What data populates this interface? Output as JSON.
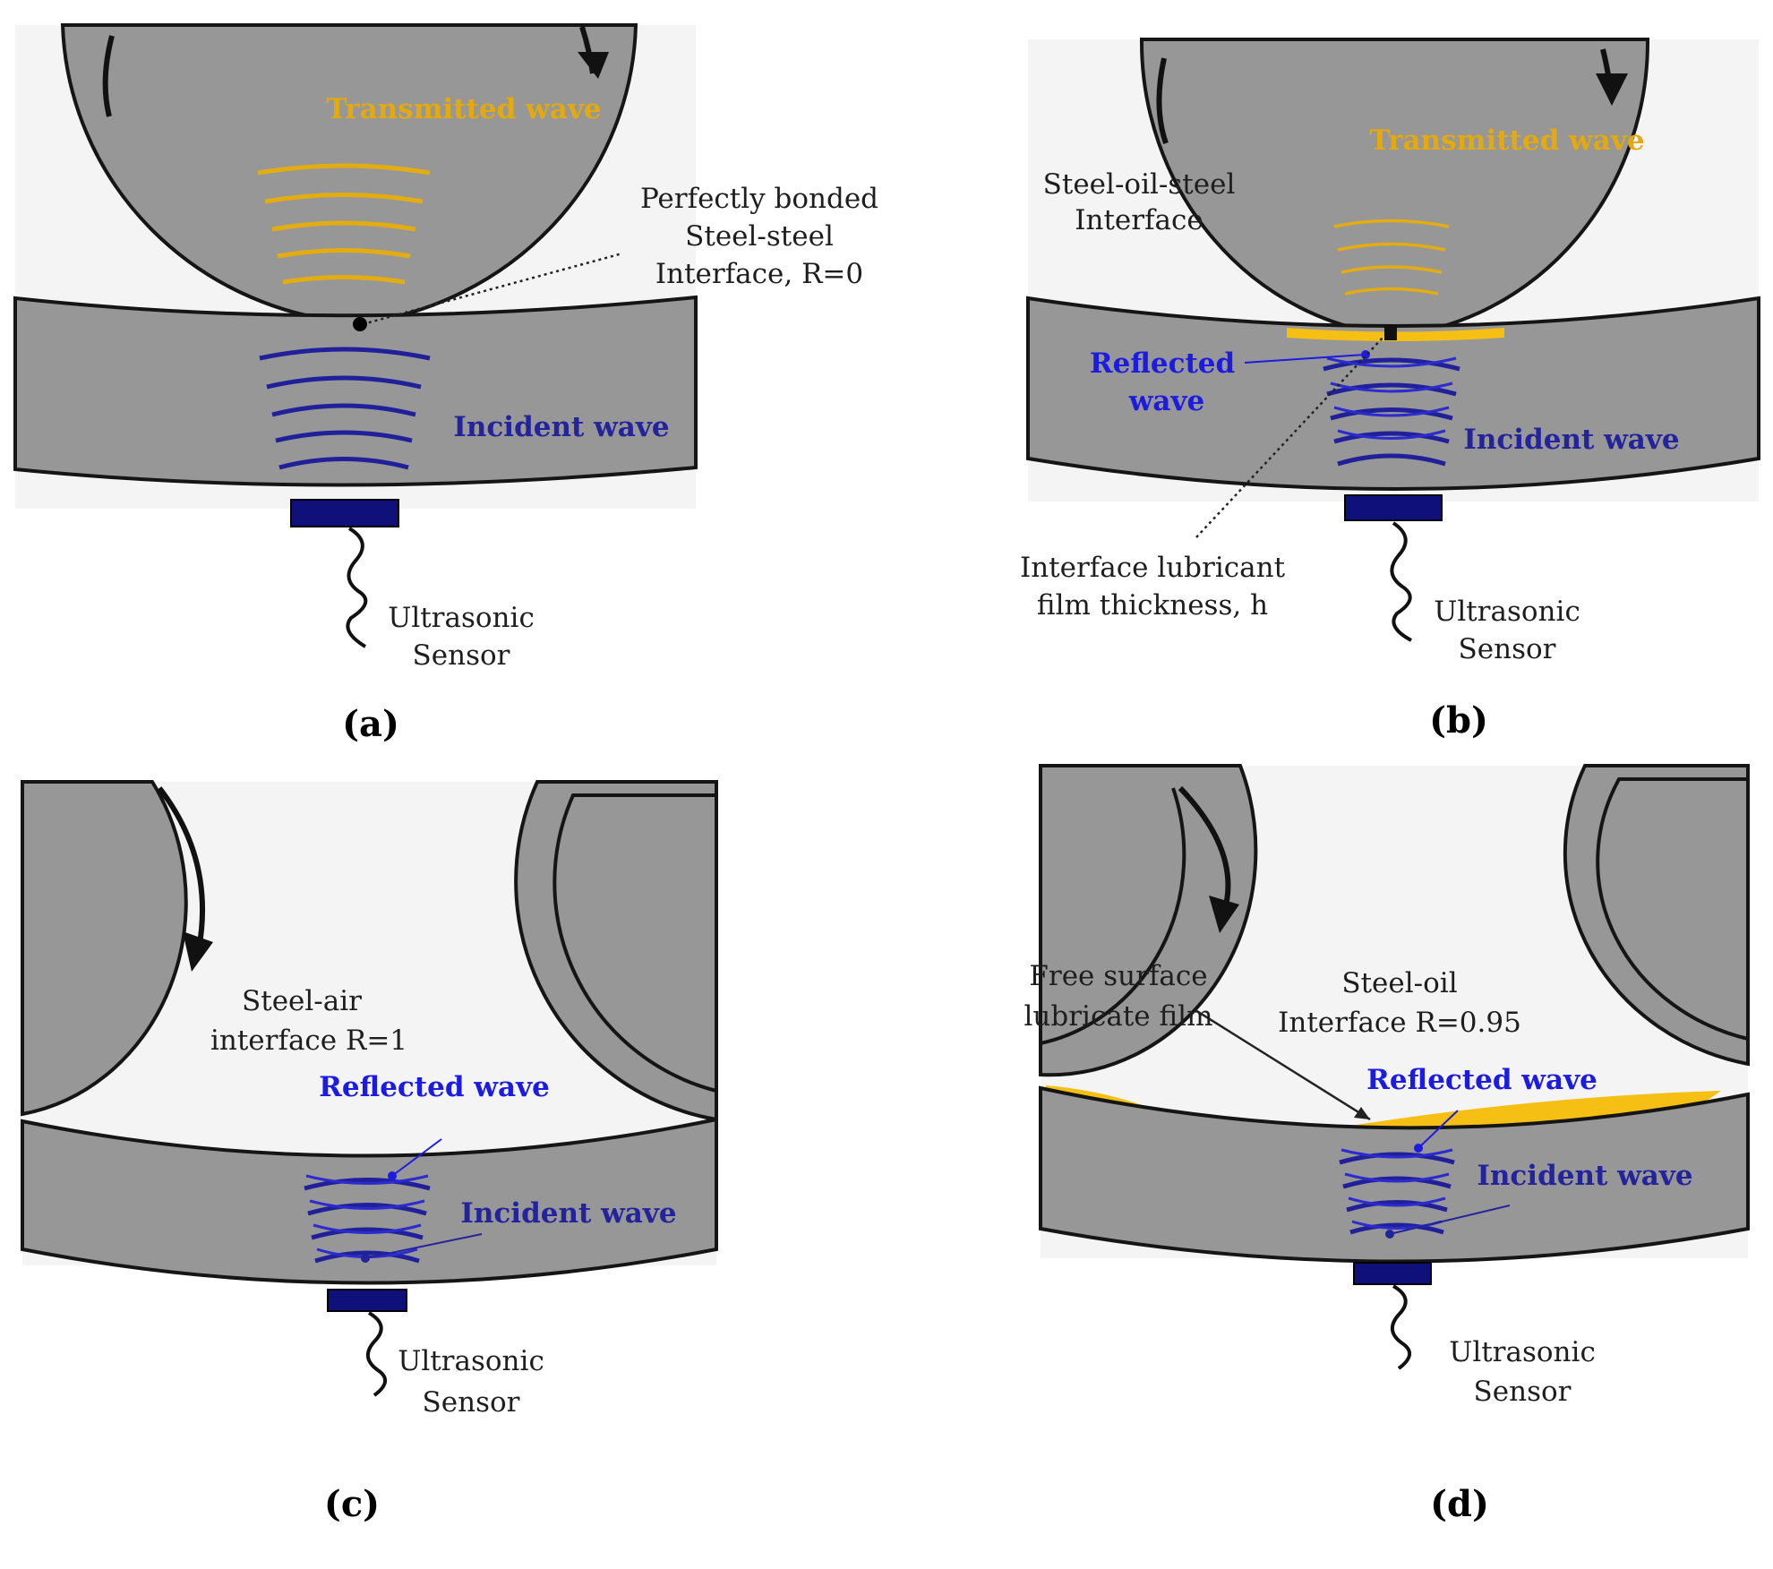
{
  "panels": {
    "a": {
      "caption": "(a)",
      "transmitted": "Transmitted wave",
      "interface_lines": [
        "Perfectly bonded",
        "Steel-steel",
        "Interface, R=0"
      ],
      "incident": "Incident wave",
      "sensor_lines": [
        "Ultrasonic",
        "Sensor"
      ]
    },
    "b": {
      "caption": "(b)",
      "transmitted": "Transmitted wave",
      "interface_lines": [
        "Steel-oil-steel",
        "Interface"
      ],
      "reflected_lines": [
        "Reflected",
        "wave"
      ],
      "incident": "Incident wave",
      "film_lines": [
        "Interface lubricant",
        "film thickness, h"
      ],
      "sensor_lines": [
        "Ultrasonic",
        "Sensor"
      ]
    },
    "c": {
      "caption": "(c)",
      "interface_lines": [
        "Steel-air",
        "interface R=1"
      ],
      "reflected": "Reflected wave",
      "incident": "Incident wave",
      "sensor_lines": [
        "Ultrasonic",
        "Sensor"
      ]
    },
    "d": {
      "caption": "(d)",
      "free_lines": [
        "Free surface",
        "lubricate film"
      ],
      "interface_lines": [
        "Steel-oil",
        "Interface R=0.95"
      ],
      "reflected": "Reflected wave",
      "incident": "Incident wave",
      "sensor_lines": [
        "Ultrasonic",
        "Sensor"
      ]
    }
  },
  "colors": {
    "steel": "#979797",
    "oil": "#f5bf13",
    "incident_wave": "#20209a",
    "reflected_wave": "#1c1ce0",
    "transmitted_wave": "#e3ad12",
    "sensor": "#10107a"
  }
}
